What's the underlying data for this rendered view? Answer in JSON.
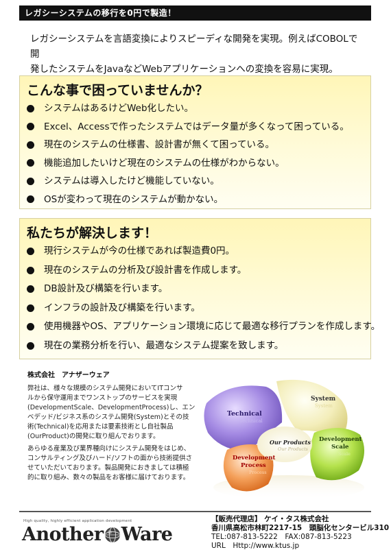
{
  "header": {
    "title": "レガシーシステムの移行を0円で製造！"
  },
  "intro": {
    "line1": "レガシーシステムを言語変換によりスピーディな開発を実現。例えばCOBOLで開",
    "line2": "発したシステムをJavaなどWebアプリケーションへの変換を容易に実現。"
  },
  "problems": {
    "title": "こんな事で困っていませんか？",
    "items": [
      "システムはあるけどWeb化したい。",
      "Excel、Accessで作ったシステムではデータ量が多くなって困っている。",
      "現在のシステムの仕様書、設計書が無くて困っている。",
      "機能追加したいけど現在のシステムの仕様がわからない。",
      "システムは導入したけど機能していない。",
      "OSが変わって現在のシステムが動かない。"
    ]
  },
  "solutions": {
    "title": "私たちが解決します！",
    "items": [
      "現行システムが今の仕様であれば製造費0円。",
      "現在のシステムの分析及び設計書を作成します。",
      "DB設計及び構築を行います。",
      "インフラの設計及び構築を行います。",
      "使用機器やOS、アプリケーション環境に応じて最適な移行プランを作成します。",
      "現在の業務分析を行い、最適なシステム提案を致します。"
    ]
  },
  "company": {
    "name": "株式会社　アナザーウェア",
    "paragraph1": [
      "弊社は、様々な規模のシステム開発においてITコンサ",
      "ルから保守運用までワンストップのサービスを実現",
      "(DevelopmentScale、DevelopmentProcess)し、エン",
      "ベデッド/ビジネス系のシステム開発(System)とその技",
      "術(Technical)を応用または要素技術とし自社製品",
      "(OurProduct)の開発に取り組んでおります。"
    ],
    "paragraph2": [
      "あらゆる産業及び業界種向けにシステム開発をはじめ、",
      "コンサルティング及びハード/ソフトの面から技術提供さ",
      "せていただいております。製品開発におきましては積極",
      "的に取り組み、数々の製品をお客様に届けております。"
    ]
  },
  "diagram": {
    "labels": {
      "technical": "Technical",
      "technical_shadow": "Technical",
      "system": "System",
      "system_shadow": "System",
      "products": "Our Products",
      "products_shadow": "Our Products",
      "dev_scale_1": "Development",
      "dev_scale_2": "Scale",
      "dev_scale_shadow": "Scale",
      "dev_process_1": "Development",
      "dev_process_2": "Process",
      "dev_process_shadow": "Process"
    },
    "colors": {
      "technical": "#8e6fd8",
      "system": "#f0e9a8",
      "scale": "#9cd62e",
      "process": "#f08a3a"
    }
  },
  "footer": {
    "logo_tagline": "High quality, highly efficient application development",
    "logo_part1": "Another",
    "logo_part2": "Ware",
    "agent_line1": "【販売代理店】 ケイ・タス株式会社",
    "agent_line2": "香川県高松市林町2217-15　頭脳化センタービル310",
    "agent_line3": "TEL:087-813-5222　FAX:087-813-5223",
    "agent_line4": "URL　Http://www.ktus.jp"
  }
}
